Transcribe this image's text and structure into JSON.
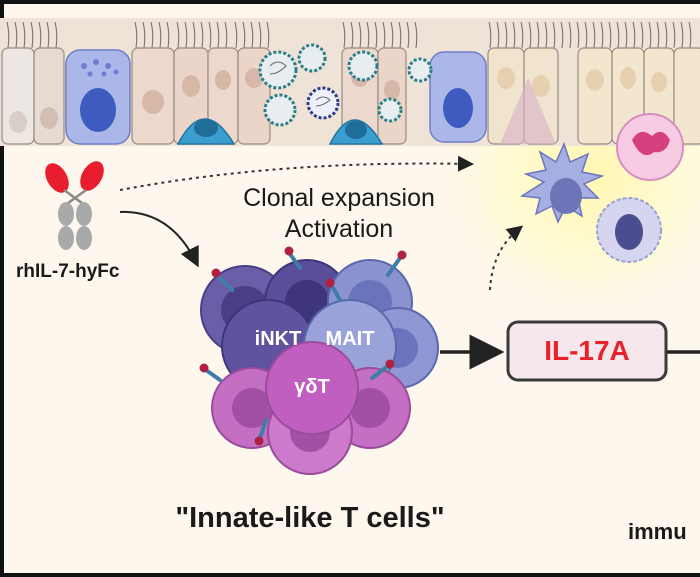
{
  "diagram": {
    "process_line_1": "Clonal expansion",
    "process_line_2": "Activation",
    "drug_label": "rhIL-7-hyFc",
    "cell_labels": [
      "iNKT",
      "MAIT",
      "γδT"
    ],
    "cytokine_label": "IL-17A",
    "group_label": "\"Innate-like T cells\"",
    "cropped_label": "immu"
  },
  "colors": {
    "background": "#fdf7ee",
    "epithelium": "#efe2d6",
    "inkt_cells": "#5a4e9a",
    "mait_cells": "#8a93cf",
    "gamma_delta_cells": "#c46ec4",
    "cytokine_text": "#e8222a",
    "cytokine_box": "#f6e7ec",
    "drug_red": "#e81e2e",
    "drug_grey": "#a9a9a9",
    "inflammation_glow": "#fff2a8"
  }
}
